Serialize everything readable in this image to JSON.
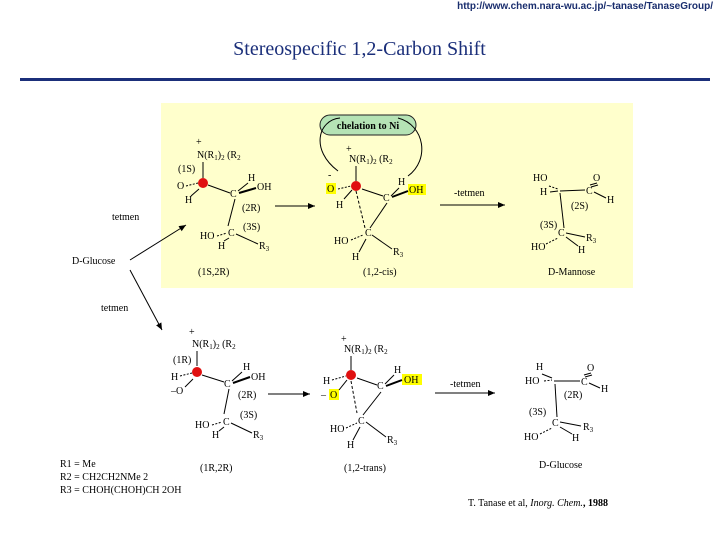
{
  "url": "http://www.chem.nara-wu.ac.jp/~tanase/TanaseGroup/",
  "title": "Stereospecific 1,2-Carbon Shift",
  "chelation_label": "chelation to Ni",
  "reagent_tetmen": "tetmen",
  "reagent_minus_tetmen": "-tetmen",
  "start_sugar": "D-Glucose",
  "top_row": {
    "complex_label": "(1S,2R)",
    "intermediate_label": "(1,2-cis)",
    "product_label": "D-Mannose",
    "c1_config": "(1S)",
    "c2_config": "(2R)",
    "c3_config": "(3S)",
    "p2_config": "(2S)",
    "p3_config": "(3S)"
  },
  "bottom_row": {
    "complex_label": "(1R,2R)",
    "intermediate_label": "(1,2-trans)",
    "product_label": "D-Glucose",
    "c1_config": "(1R)",
    "c2_config": "(2R)",
    "c3_config": "(3S)",
    "p2_config": "(2R)",
    "p3_config": "(3S)"
  },
  "legend": {
    "r1": "R1 = Me",
    "r2": "R2 = CH2CH2NMe 2",
    "r3": "R3 = CHOH(CHOH)CH 2OH"
  },
  "citation": {
    "authors": "T. Tanase et al,",
    "journal": "Inorg. Chem.",
    "year": ", 1988"
  },
  "colors": {
    "title": "#1b2f7a",
    "panel": "#ffffcc",
    "chelation_bubble": "#b5e3b5",
    "metal_atom": "#e01010",
    "oxygen_highlight": "#ffff00"
  }
}
